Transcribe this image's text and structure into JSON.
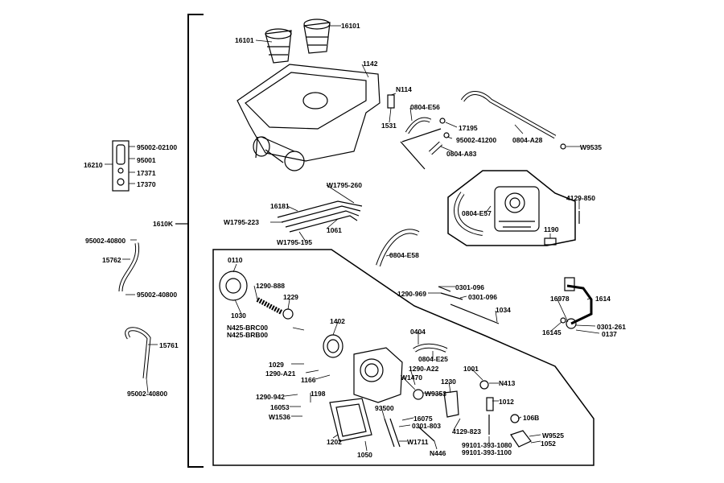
{
  "diagram_title": "",
  "labels": {
    "l16101a": "16101",
    "l16101b": "16101",
    "l1142": "1142",
    "lN114": "N114",
    "l0804E56": "0804-E56",
    "l1531": "1531",
    "l17195": "17195",
    "l95002_41200": "95002-41200",
    "l0804A83": "0804-A83",
    "l0804A28": "0804-A28",
    "lW9535": "W9535",
    "l95002_02100": "95002-02100",
    "l95001": "95001",
    "l16210": "16210",
    "l17371": "17371",
    "l17370": "17370",
    "lW1795_260": "W1795-260",
    "l16181": "16181",
    "lW1795_223": "W1795-223",
    "l1061": "1061",
    "lW1795_195": "W1795-195",
    "l0804E57": "0804-E57",
    "l4129_850": "4129-850",
    "l1190": "1190",
    "l1610K": "1610K",
    "l95002_40800a": "95002-40800",
    "l15762": "15762",
    "l95002_40800b": "95002-40800",
    "l0804E58": "0804-E58",
    "l0110": "0110",
    "l1290_888": "1290-888",
    "l1229": "1229",
    "l1030": "1030",
    "lN425BRC00": "N425-BRC00",
    "lN425BRB00": "N425-BRB00",
    "l1402": "1402",
    "l0301_096a": "0301-096",
    "l1290_969": "1290-969",
    "l0301_096b": "0301-096",
    "l1034": "1034",
    "l1614": "1614",
    "l16978": "16978",
    "l0301_261": "0301-261",
    "l16145": "16145",
    "l0137": "0137",
    "l15761": "15761",
    "l95002_40800c": "95002-40800",
    "l0404": "0404",
    "l0804E25": "0804-E25",
    "l1029": "1029",
    "l1290_A21": "1290-A21",
    "l1166": "1166",
    "l1290_A22": "1290-A22",
    "l1001": "1001",
    "lW1470": "W1470",
    "l1230": "1230",
    "lN413": "N413",
    "lW9353": "W9353",
    "l1290_942": "1290-942",
    "l1198": "1198",
    "l1012": "1012",
    "l16053": "16053",
    "l93500": "93500",
    "l16075": "16075",
    "lW1536": "W1536",
    "l0301_803": "0301-803",
    "l4129_823": "4129-823",
    "l106B": "106B",
    "l1202": "1202",
    "lW1711": "W1711",
    "lW9525": "W9525",
    "l1052": "1052",
    "l99101_1080": "99101-393-1080",
    "l99101_1100": "99101-393-1100",
    "l1050": "1050",
    "lN446": "N446"
  }
}
